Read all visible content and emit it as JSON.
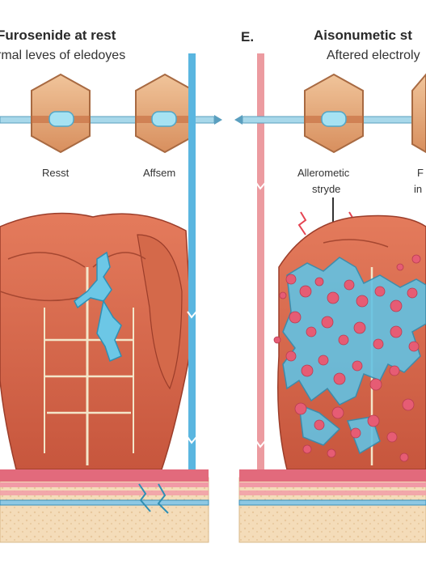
{
  "left_panel": {
    "title": "Furosenide at rest",
    "subtitle": "rmal leves of eledoyes",
    "labels": {
      "rest": "Resst",
      "after": "Affsem"
    }
  },
  "right_panel": {
    "marker": "E.",
    "title": "Aisonumetic st",
    "subtitle": "Aftered electroly",
    "labels": {
      "callout_line1": "Allerometic",
      "callout_line2": "stryde",
      "edge_1": "F",
      "edge_2": "in"
    }
  },
  "colors": {
    "muscle": "#d9684a",
    "muscle_dark": "#b84a33",
    "skin": "#f3d9b8",
    "nerve_blue": "#5fc0e0",
    "cell_pink": "#e65c74",
    "axis_blue": "#5ab6e0",
    "axis_pink": "#ec9ba0"
  }
}
